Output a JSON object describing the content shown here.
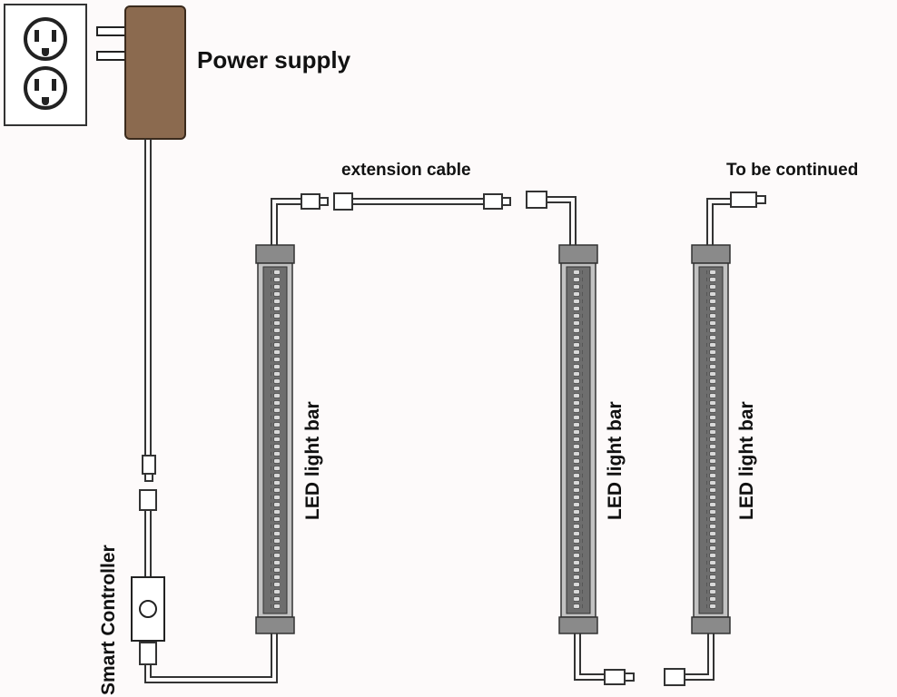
{
  "labels": {
    "power_supply": "Power supply",
    "extension_cable": "extension cable",
    "to_be_continued": "To be continued",
    "smart_controller": "Smart Controller",
    "led_bar_1": "LED light bar",
    "led_bar_2": "LED light bar",
    "led_bar_3": "LED light bar"
  },
  "colors": {
    "background": "#fdfafa",
    "adapter": "#8b6a4f",
    "line": "#333333",
    "bar_cap": "#8a8a8a",
    "bar_body": "#b8b8b8",
    "bar_inner": "#6e6e6e"
  },
  "icons": [
    "wall-outlet-icon",
    "power-adapter-icon",
    "connector-plug-icon",
    "controller-switch-icon"
  ]
}
